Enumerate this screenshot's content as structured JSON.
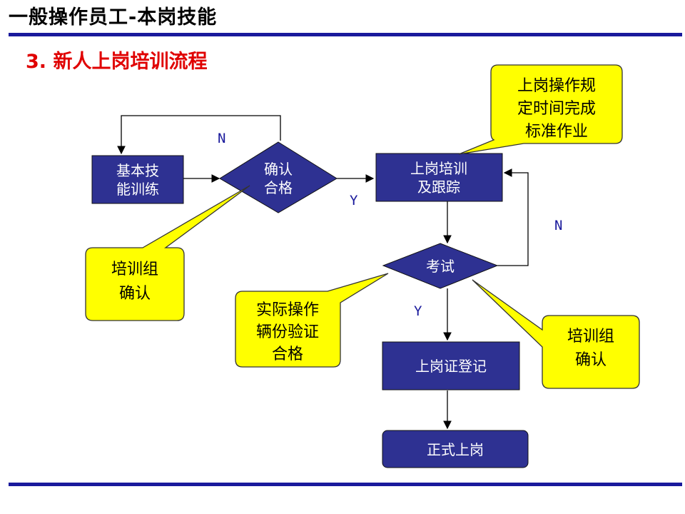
{
  "header": {
    "title": "一般操作员工-本岗技能",
    "subtitle": "3. 新人上岗培训流程"
  },
  "colors": {
    "node_fill": "#2e3192",
    "callout_fill": "#ffff00",
    "rule": "#1a1a9c",
    "subtitle": "#e00000"
  },
  "nodes": {
    "basic_training": [
      "基本技",
      "能训练"
    ],
    "confirm_pass": [
      "确认",
      "合格"
    ],
    "onjob_training": [
      "上岗培训",
      "及跟踪"
    ],
    "exam": "考试",
    "certificate_register": "上岗证登记",
    "formal_onboard": "正式上岗"
  },
  "callouts": {
    "onjob_standard": [
      "上岗操作规",
      "定时间完成",
      "标准作业"
    ],
    "group_confirm_left": [
      "培训组",
      "确认"
    ],
    "actual_operation": [
      "实际操作",
      "辆份验证",
      "合格"
    ],
    "group_confirm_right": [
      "培训组",
      "确认"
    ]
  },
  "edge_labels": {
    "confirm_no": "N",
    "confirm_yes": "Y",
    "exam_no": "N",
    "exam_yes": "Y"
  }
}
